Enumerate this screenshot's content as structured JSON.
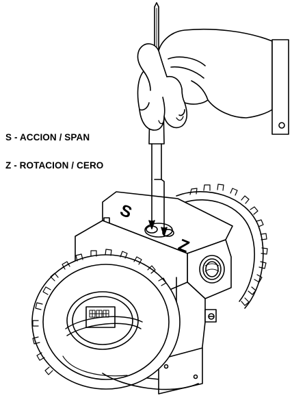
{
  "labels": {
    "span": "S - ACCION / SPAN",
    "zero": "Z - ROTACION / CERO"
  },
  "housing_marks": {
    "s_mark": "S",
    "z_mark": "Z"
  },
  "colors": {
    "line": "#000000",
    "background": "#ffffff"
  }
}
